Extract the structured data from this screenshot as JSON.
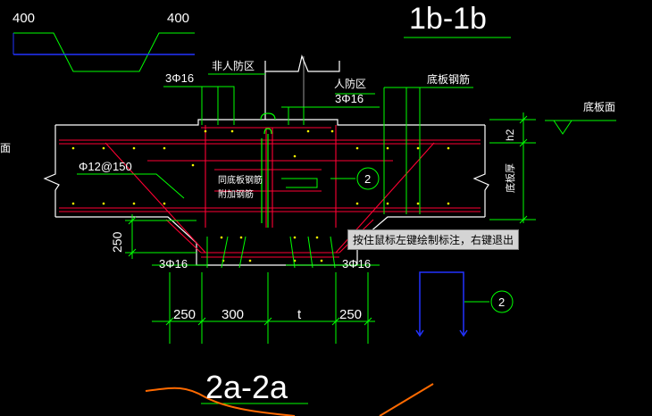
{
  "colors": {
    "background": "#000000",
    "concrete": "#ffffff",
    "dimension": "#00ff00",
    "rebar": "#ff0033",
    "label": "#ffffff",
    "section_title": "#ffffff",
    "blue_profile": "#2233ff",
    "dots": "#ffff00",
    "hatch_curve": "#ff6a00",
    "tooltip_bg": "#d4d4d4"
  },
  "labels": {
    "top_400_left": "400",
    "top_400_right": "400",
    "title_1b": "1b-1b",
    "title_2a": "2a-2a",
    "left_edge": "面",
    "non_protection_zone": "非人防区",
    "protection_zone": "人防区",
    "rebar_3phi16_top_left": "3Φ16",
    "rebar_3phi16_top_right": "3Φ16",
    "bottom_plate_rebar": "底板钢筋",
    "bottom_plate_face": "底板面",
    "h2": "h2",
    "plate_thickness": "底板厚",
    "phi12_150": "Φ12@150",
    "same_bottom_rebar_line1": "同底板钢筋",
    "same_bottom_rebar_line2": "附加钢筋",
    "callout_2_mid": "2",
    "callout_2_right": "2",
    "dim_250_vertical": "250",
    "rebar_3phi16_bottom_left": "3Φ16",
    "rebar_3phi16_bottom_right": "3Φ16",
    "dim_250_left": "250",
    "dim_300": "300",
    "dim_t": "t",
    "dim_250_right": "250"
  },
  "tooltip": "按住鼠标左键绘制标注，右键退出"
}
